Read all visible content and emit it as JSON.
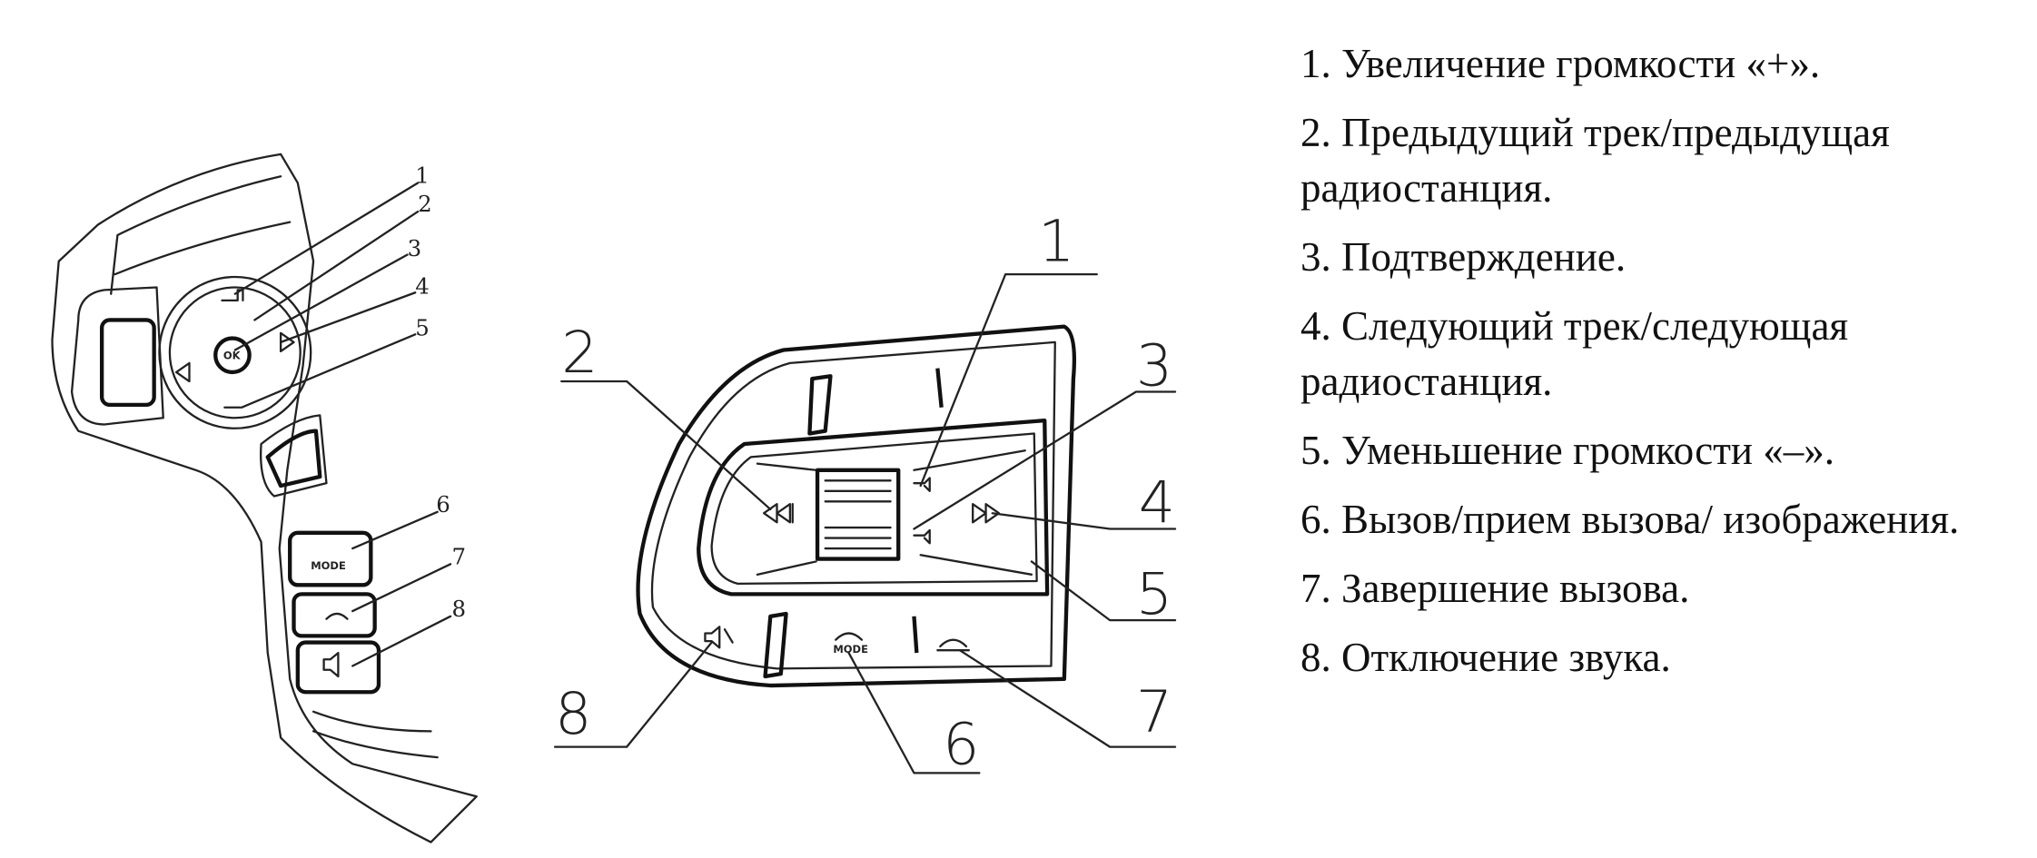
{
  "left_diagram": {
    "callouts": [
      "1",
      "2",
      "3",
      "4",
      "5",
      "6",
      "7",
      "8"
    ],
    "button_labels": {
      "ok": "OK",
      "mode": "MODE"
    }
  },
  "center_diagram": {
    "callouts": [
      "1",
      "2",
      "3",
      "4",
      "5",
      "6",
      "7",
      "8"
    ],
    "button_labels": {
      "mode": "MODE"
    }
  },
  "legend": [
    "1. Увеличение громкости «+».",
    "2. Предыдущий трек/предыдущая радиостанция.",
    "3. Подтверждение.",
    "4. Следующий трек/следующая радиостанция.",
    "5. Уменьшение громкости «–».",
    "6. Вызов/прием вызова/ изображения.",
    "7. Завершение вызова.",
    "8. Отключение звука."
  ]
}
